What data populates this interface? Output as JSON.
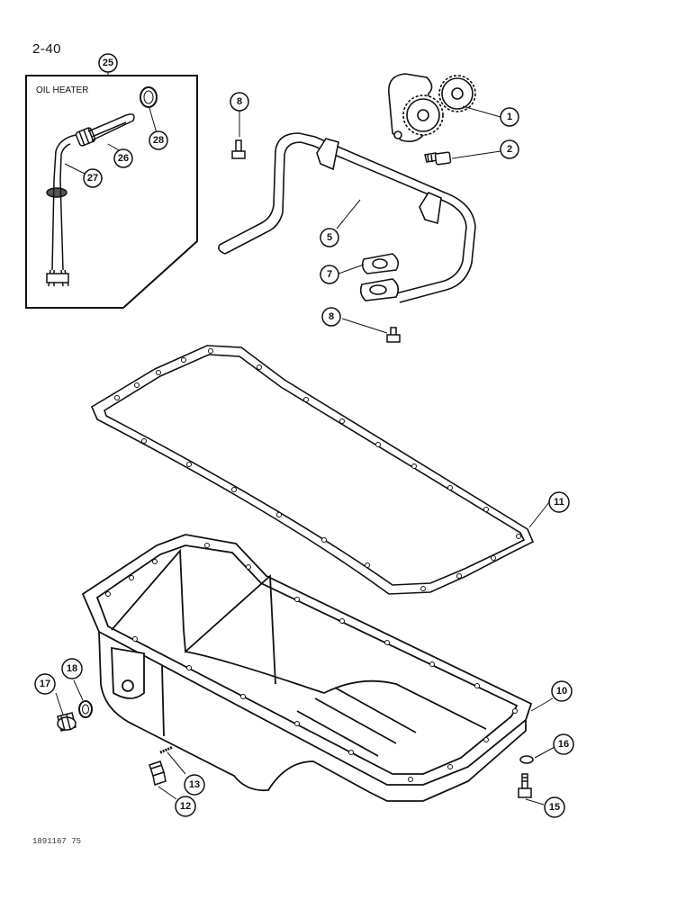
{
  "page_number": "2-40",
  "footer_code": "1891167 75",
  "inset": {
    "title": "OIL HEATER",
    "callout": "25"
  },
  "callouts": {
    "c1": "1",
    "c2": "2",
    "c5": "5",
    "c7": "7",
    "c8a": "8",
    "c8b": "8",
    "c10": "10",
    "c11": "11",
    "c12": "12",
    "c13": "13",
    "c15": "15",
    "c16": "16",
    "c17": "17",
    "c18": "18",
    "c26": "26",
    "c27": "27",
    "c28": "28"
  },
  "parts": {
    "oil_pump": "1",
    "pump_bolt": "2",
    "suction_tube": "5",
    "tube_gasket": "7",
    "cap_screw": "8",
    "oil_pan": "10",
    "pan_gasket": "11",
    "drain_plug": "12",
    "drain_washer": "13",
    "pan_bolt": "15",
    "pan_washer": "16",
    "side_plug": "17",
    "side_washer": "18",
    "heater_element": "26",
    "heater_elbow": "27",
    "heater_seal": "28"
  }
}
